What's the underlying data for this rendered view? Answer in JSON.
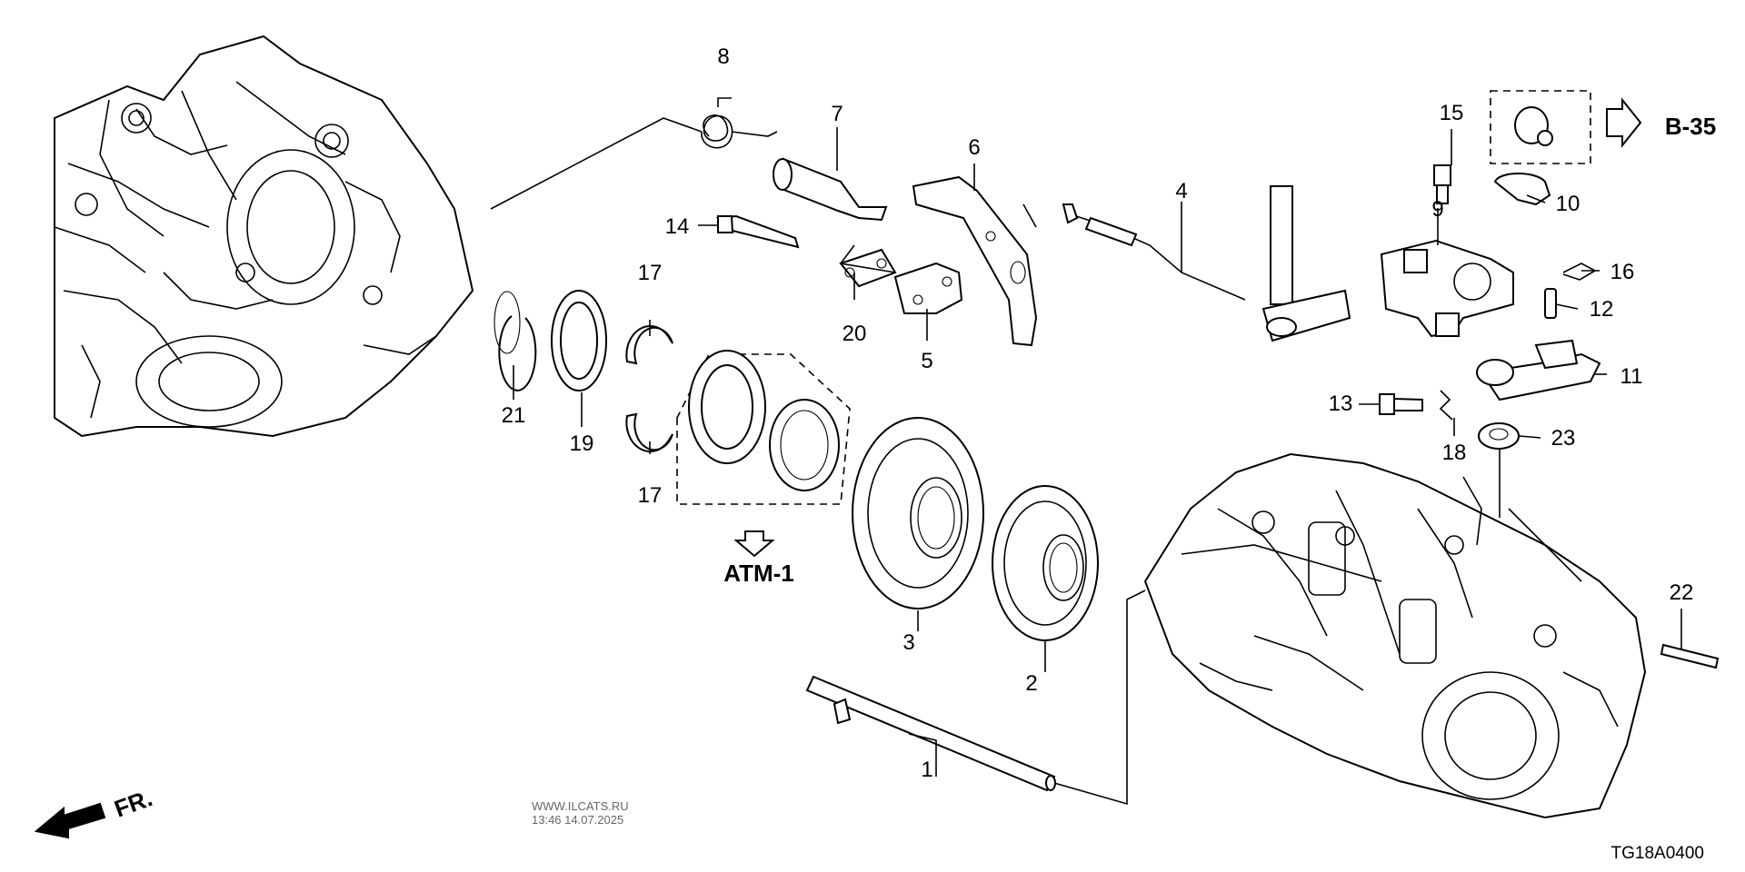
{
  "diagram": {
    "code": "TG18A0400",
    "watermark": [
      "WWW.ILCATS.RU",
      "13:46 14.07.2025"
    ],
    "direction_label": "FR.",
    "refs": {
      "atm": "ATM-1",
      "b35": "B-35"
    },
    "callouts": {
      "c1": "1",
      "c2": "2",
      "c3": "3",
      "c4": "4",
      "c5": "5",
      "c6": "6",
      "c7": "7",
      "c8": "8",
      "c9": "9",
      "c10": "10",
      "c11": "11",
      "c12": "12",
      "c13": "13",
      "c14": "14",
      "c15": "15",
      "c16": "16",
      "c17a": "17",
      "c17b": "17",
      "c18": "18",
      "c19": "19",
      "c20": "20",
      "c21": "21",
      "c22": "22",
      "c23": "23"
    }
  }
}
